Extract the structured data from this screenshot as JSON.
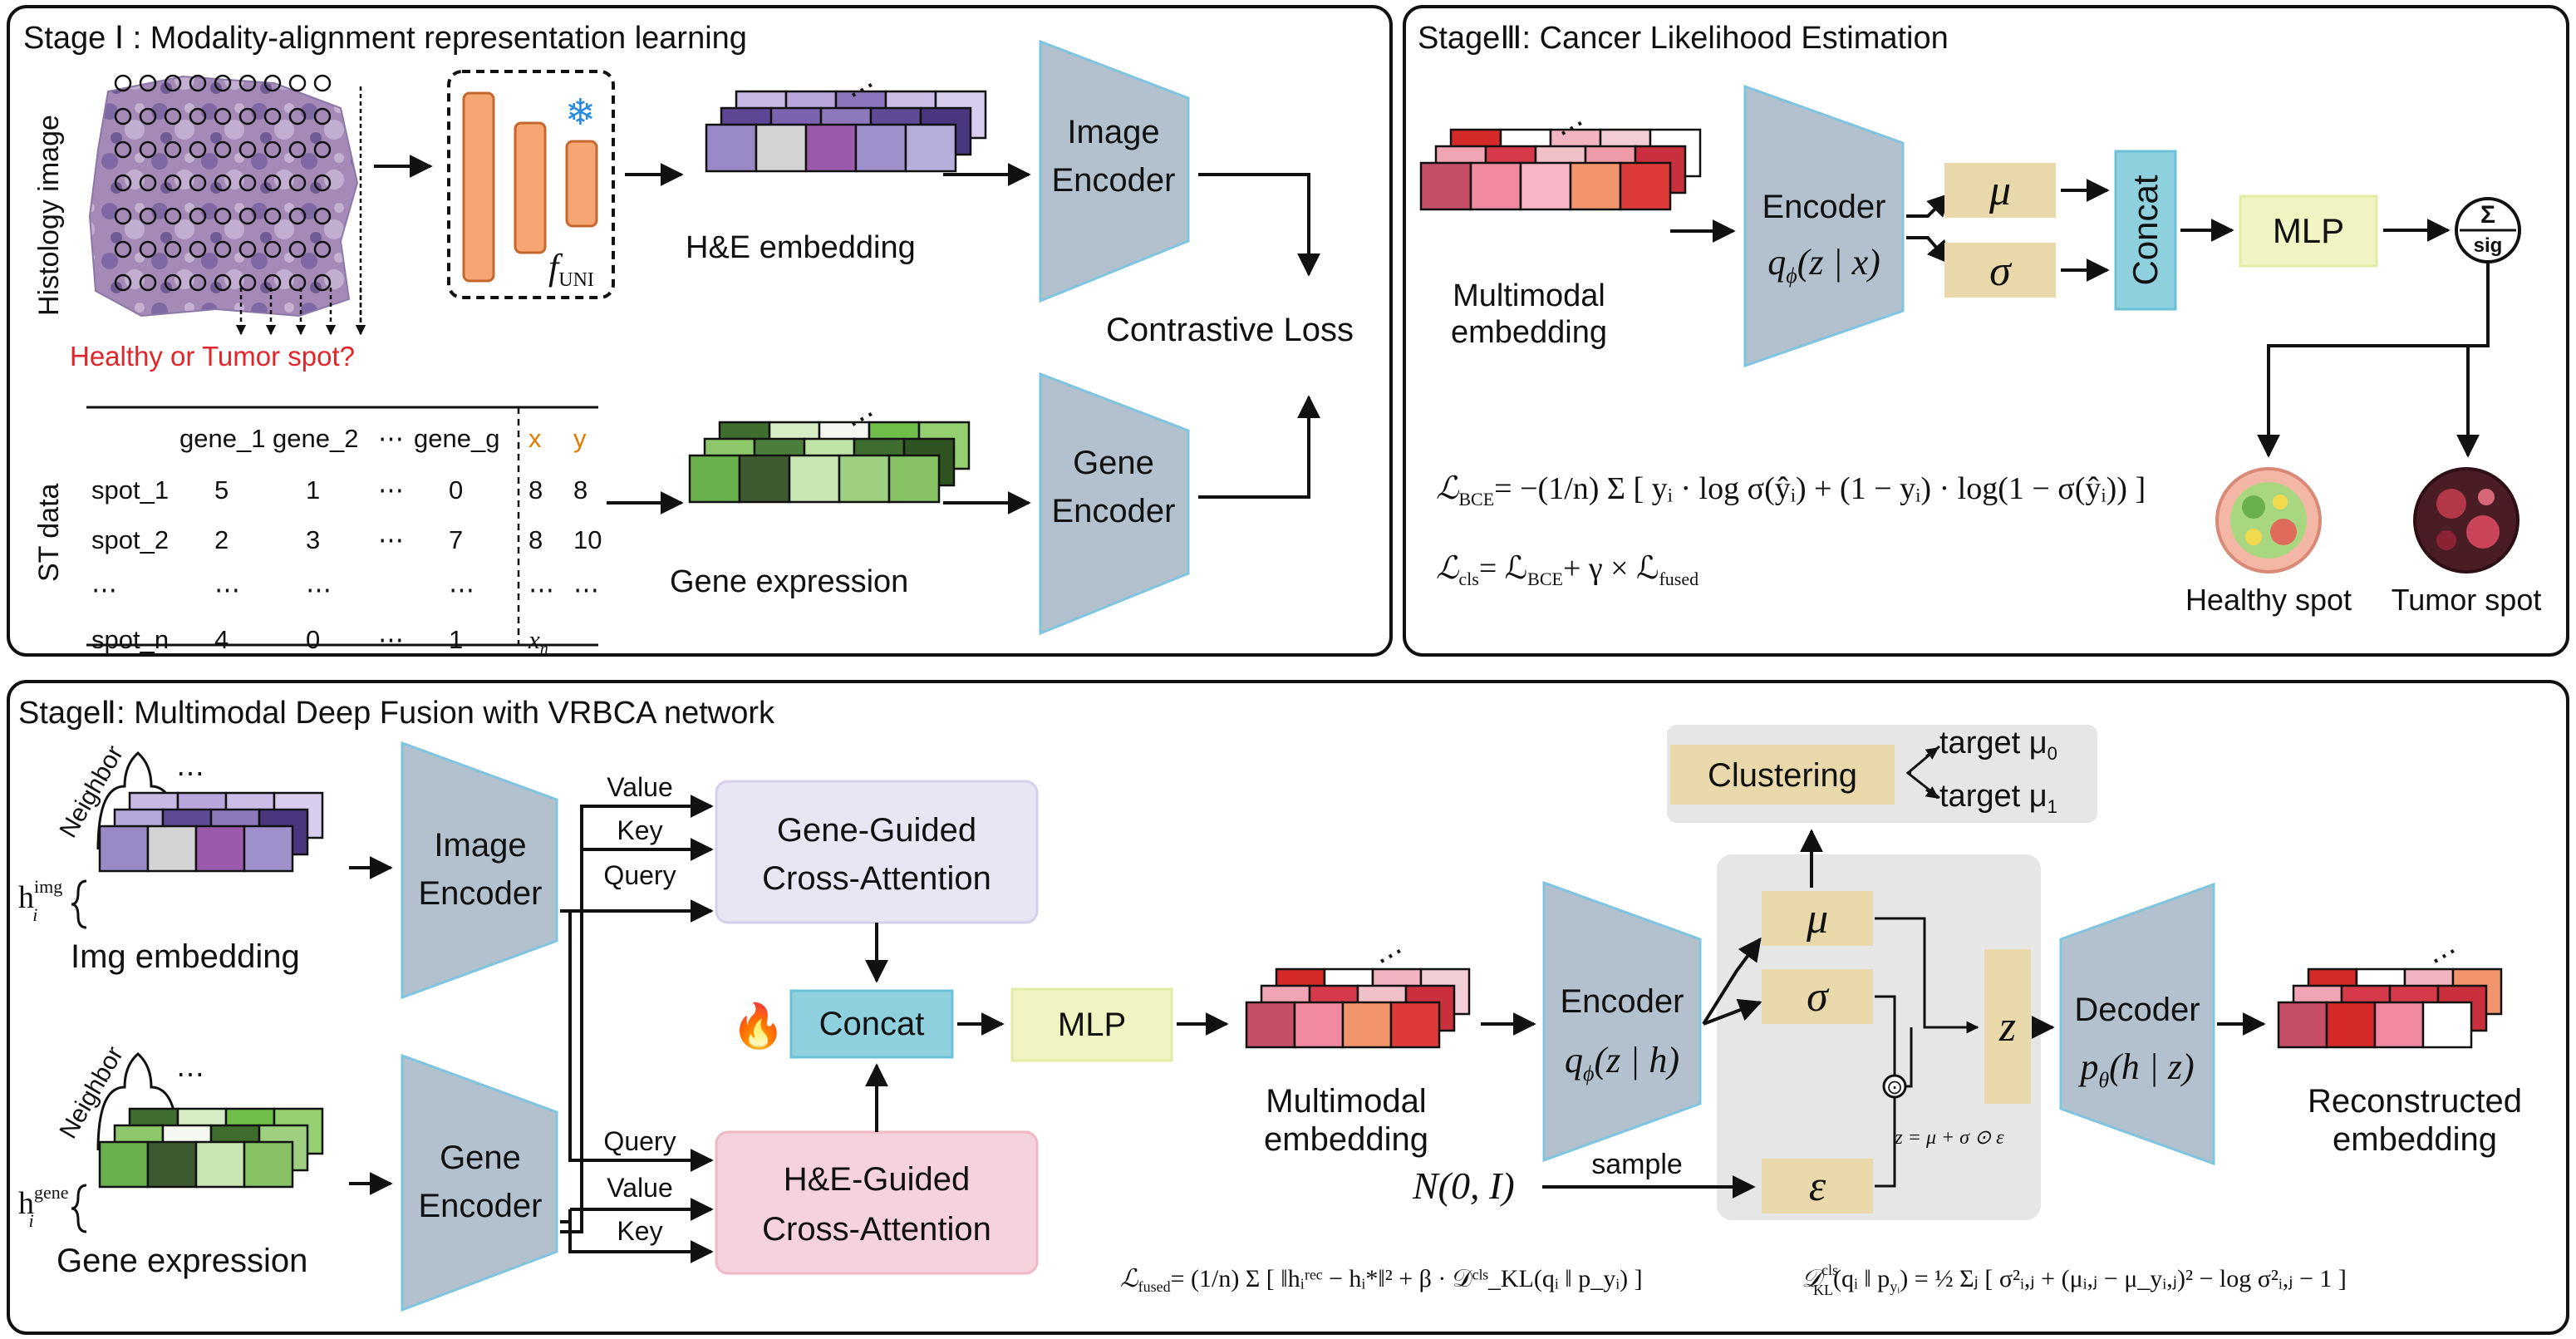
{
  "stage1": {
    "title": "Stage Ⅰ : Modality-alignment representation learning",
    "histology_label": "Histology image",
    "question": "Healthy or Tumor spot?",
    "frozen_model_label": "f",
    "frozen_model_sub": "UNI",
    "he_embedding_label": "H&E embedding",
    "image_encoder": [
      "Image",
      "Encoder"
    ],
    "gene_encoder": [
      "Gene",
      "Encoder"
    ],
    "contrastive_loss": "Contrastive Loss",
    "gene_expression_label": "Gene expression",
    "st_data_label": "ST data",
    "table": {
      "headers": [
        "gene_1",
        "gene_2",
        "⋯",
        "gene_g",
        "x",
        "y"
      ],
      "rows": [
        [
          "spot_1",
          "5",
          "1",
          "⋯",
          "0",
          "8",
          "8"
        ],
        [
          "spot_2",
          "2",
          "3",
          "⋯",
          "7",
          "8",
          "10"
        ],
        [
          "⋯",
          "⋯",
          "⋯",
          "",
          "⋯",
          "⋯",
          "⋯"
        ],
        [
          "spot_n",
          "4",
          "0",
          "⋯",
          "1",
          "x",
          "n"
        ]
      ]
    }
  },
  "stage3": {
    "title": "StageⅢ: Cancer Likelihood Estimation",
    "multimodal_embedding": [
      "Multimodal",
      "embedding"
    ],
    "encoder": "Encoder",
    "encoder_func": "q",
    "encoder_func_sub": "ϕ",
    "encoder_func_args": "(z | x)",
    "mu": "μ",
    "sigma": "σ",
    "concat": "Concat",
    "mlp": "MLP",
    "sig_top": "Σ",
    "sig_bottom": "sig",
    "healthy_spot": "Healthy spot",
    "tumor_spot": "Tumor spot",
    "loss_bce": "ℒ",
    "loss_bce_sub": "BCE",
    "loss_bce_rhs": "= −(1/n) Σ [ yᵢ · log σ(ŷᵢ) + (1 − yᵢ) · log(1 − σ(ŷᵢ)) ]",
    "loss_cls": "ℒ",
    "loss_cls_sub": "cls",
    "loss_cls_rhs": "= ℒ",
    "loss_cls_rhs_sub": "BCE",
    "loss_cls_tail": "+ γ × ℒ",
    "loss_cls_tail_sub": "fused"
  },
  "stage2": {
    "title": "StageⅡ: Multimodal Deep Fusion with VRBCA network",
    "neighbor": "Neighbor",
    "h_img": "h",
    "h_img_sup": "img",
    "h_img_sub": "i",
    "img_embedding": "Img embedding",
    "h_gene": "h",
    "h_gene_sup": "gene",
    "h_gene_sub": "i",
    "gene_expression": "Gene expression",
    "image_encoder": [
      "Image",
      "Encoder"
    ],
    "gene_encoder": [
      "Gene",
      "Encoder"
    ],
    "value": "Value",
    "key": "Key",
    "query": "Query",
    "gene_guided": [
      "Gene-Guided",
      "Cross-Attention"
    ],
    "he_guided": [
      "H&E-Guided",
      "Cross-Attention"
    ],
    "concat": "Concat",
    "mlp": "MLP",
    "fire": "🔥",
    "multimodal_embedding": [
      "Multimodal",
      "embedding"
    ],
    "encoder": "Encoder",
    "encoder_func": "q",
    "encoder_func_sub": "ϕ",
    "encoder_func_args": "(z | h)",
    "mu": "μ",
    "sigma": "σ",
    "epsilon": "ε",
    "z": "z",
    "clustering": "Clustering",
    "target_mu0": "target μ",
    "target_mu0_sub": "0",
    "target_mu1": "target μ",
    "target_mu1_sub": "1",
    "noise": "N(0, I)",
    "sample": "sample",
    "reparam": "z = μ + σ ⊙ ε",
    "odot": "⊙",
    "decoder": "Decoder",
    "decoder_func": "p",
    "decoder_func_sub": "θ",
    "decoder_func_args": "(h | z)",
    "reconstructed_embedding": [
      "Reconstructed",
      "embedding"
    ],
    "loss_fused": "ℒ",
    "loss_fused_sub": "fused",
    "loss_fused_rhs": "= (1/n) Σ [ ‖hᵢʳᵉᶜ − hᵢ*‖² + β · 𝒟ᶜˡˢ_KL(qᵢ ‖ p_yᵢ) ]",
    "kl": "𝒟",
    "kl_sup": "cls",
    "kl_sub": "KL",
    "kl_args": "(qᵢ ‖ p",
    "kl_args_sub": "yᵢ",
    "kl_rhs": ") = ½ Σⱼ [ σ²ᵢ,ⱼ + (μᵢ,ⱼ − μ_yᵢ,ⱼ)² − log σ²ᵢ,ⱼ − 1 ]"
  },
  "colors": {
    "encoder_fill": "#b3c1ce",
    "encoder_stroke": "#7fc5e0",
    "mu_box": "#e8d8aa",
    "concat_fill": "#8fd0df",
    "mlp_fill": "#f0f4c2",
    "gene_guided": "#eae5f3",
    "he_guided": "#f6d3dc",
    "red_text": "#e0262a",
    "orange_text": "#e07b00"
  }
}
